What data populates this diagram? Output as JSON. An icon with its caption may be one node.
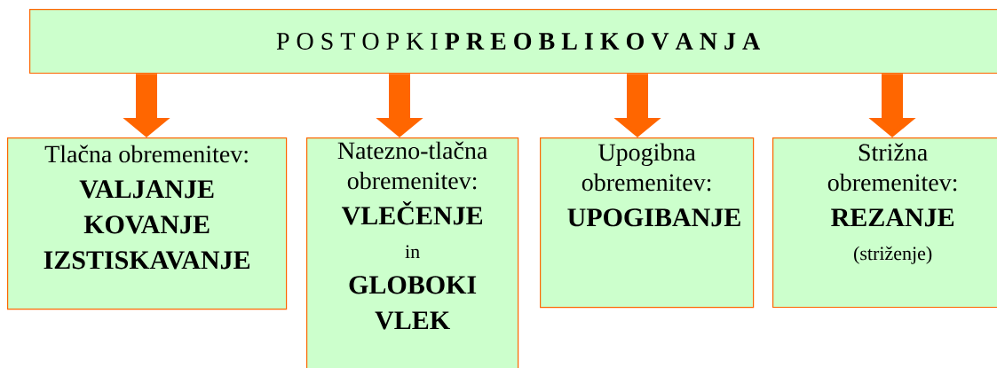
{
  "diagram": {
    "nodes": [
      {
        "text": [
          "P O S T O P K I **P R E O B L I K O V A N J A**"
        ]
      },
      {
        "text": [
          "Tlačna obremenitev:",
          "VALJANJE",
          "KOVANJE",
          "IZSTISKAVANJE"
        ]
      },
      {
        "text": [
          "Natezno-tlačna obremenitev:",
          "VLEČENJE",
          "in",
          "GLOBOKI",
          "VLEK"
        ]
      },
      {
        "text": [
          "Upogibna obremenitev:",
          "UPOGIBANJE"
        ]
      },
      {
        "text": [
          "Strižna obremenitev:",
          "REZANJE",
          "(striženje)"
        ]
      }
    ],
    "edges": [
      {
        "from": 0,
        "to": 1,
        "arrow": "to"
      },
      {
        "from": 0,
        "to": 2,
        "arrow": "to"
      },
      {
        "from": 0,
        "to": 3,
        "arrow": "to"
      },
      {
        "from": 0,
        "to": 4,
        "arrow": "to"
      }
    ]
  }
}
